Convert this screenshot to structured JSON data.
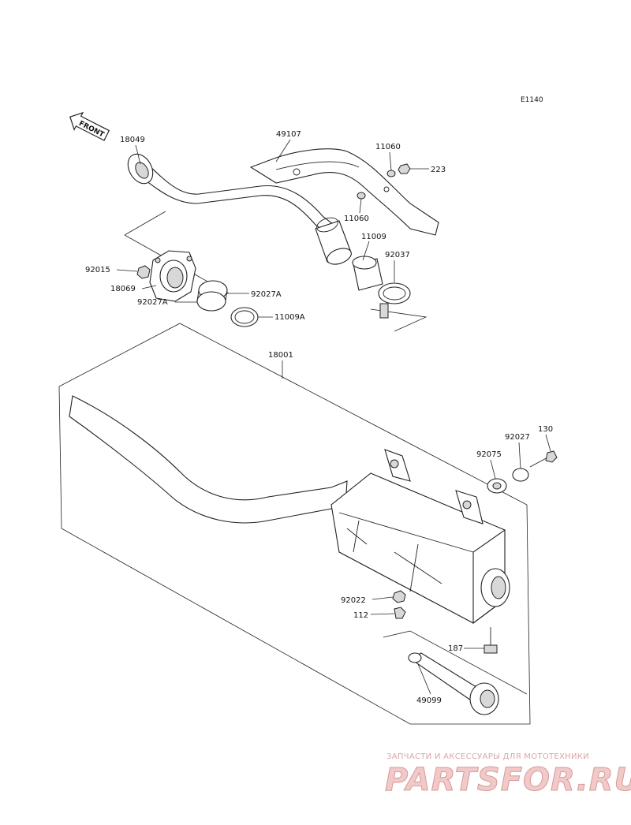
{
  "diagram_code": "E1140",
  "front_label": "FRONT",
  "parts": [
    {
      "id": "p18049",
      "label": "18049"
    },
    {
      "id": "p49107",
      "label": "49107"
    },
    {
      "id": "p11060a",
      "label": "11060"
    },
    {
      "id": "p223",
      "label": "223"
    },
    {
      "id": "p11060b",
      "label": "11060"
    },
    {
      "id": "p11009",
      "label": "11009"
    },
    {
      "id": "p92037",
      "label": "92037"
    },
    {
      "id": "p92015",
      "label": "92015"
    },
    {
      "id": "p18069",
      "label": "18069"
    },
    {
      "id": "p92027Aa",
      "label": "92027A"
    },
    {
      "id": "p92027Ab",
      "label": "92027A"
    },
    {
      "id": "p11009A",
      "label": "11009A"
    },
    {
      "id": "p18001",
      "label": "18001"
    },
    {
      "id": "p130",
      "label": "130"
    },
    {
      "id": "p92027",
      "label": "92027"
    },
    {
      "id": "p92075",
      "label": "92075"
    },
    {
      "id": "p92022",
      "label": "92022"
    },
    {
      "id": "p112",
      "label": "112"
    },
    {
      "id": "p187",
      "label": "187"
    },
    {
      "id": "p49099",
      "label": "49099"
    }
  ],
  "watermark": {
    "tagline": "ЗАПЧАСТИ И АКСЕССУАРЫ ДЛЯ МОТОТЕХНИКИ",
    "brand": "PARTSFOR.RU"
  }
}
